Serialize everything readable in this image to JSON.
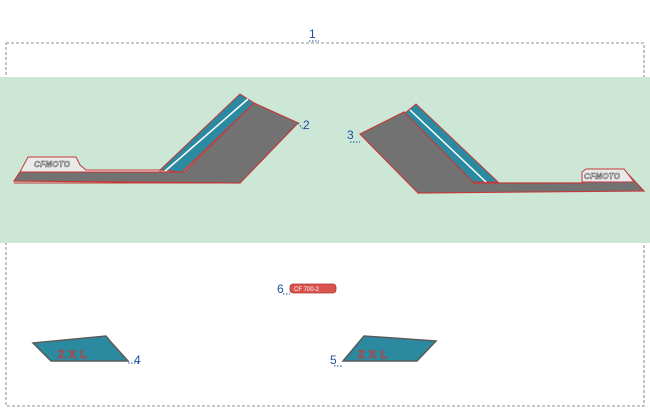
{
  "callouts": {
    "c1": "1",
    "c2": "2",
    "c3": "3",
    "c4": "4",
    "c5": "5",
    "c6": "6"
  },
  "decal_text": {
    "brand_left": "CFMOTO",
    "brand_right": "CFMOTO",
    "model_badge": "CF 700-2",
    "tag_left": "ZXL",
    "tag_right": "ZXL"
  },
  "colors": {
    "highlight_band": "#cde7d6",
    "decal_body": "#727272",
    "decal_outline": "#c23b3b",
    "accent_teal": "#2c8aa0",
    "badge_red": "#d9534f",
    "callout_blue": "#1f4fa0"
  }
}
